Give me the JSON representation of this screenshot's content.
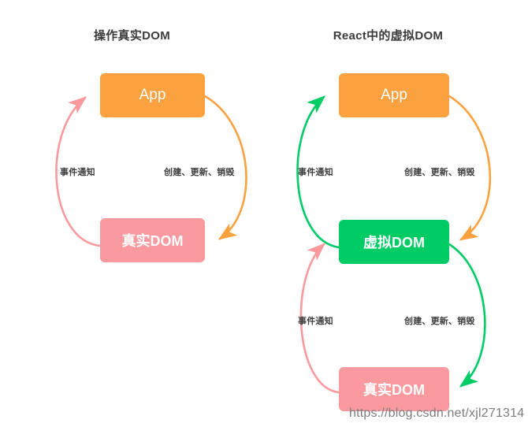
{
  "figure": {
    "watermark": "https://blog.csdn.net/xjl271314",
    "colors": {
      "app_orange": "#fca13f",
      "real_dom_pink": "#fa9a9e",
      "virtual_dom_green": "#00cc66",
      "arrow_pink": "#fa9a9e",
      "arrow_orange": "#fca13f",
      "arrow_green": "#00cc66",
      "title_text": "#3b3b3b",
      "label_text": "#3d3d3d",
      "background": "#ffffff"
    }
  },
  "left_diagram": {
    "title": "操作真实DOM",
    "nodes": {
      "app": "App",
      "real_dom": "真实DOM"
    },
    "edges": {
      "app_to_real": {
        "label": "创建、更新、销毁",
        "from": "App",
        "to": "真实DOM",
        "color": "#fca13f"
      },
      "real_to_app": {
        "label": "事件通知",
        "from": "真实DOM",
        "to": "App",
        "color": "#fa9a9e"
      }
    }
  },
  "right_diagram": {
    "title": "React中的虚拟DOM",
    "nodes": {
      "app": "App",
      "virtual_dom": "虚拟DOM",
      "real_dom": "真实DOM"
    },
    "edges": {
      "app_to_virtual": {
        "label": "创建、更新、销毁",
        "from": "App",
        "to": "虚拟DOM",
        "color": "#fca13f"
      },
      "virtual_to_app": {
        "label": "事件通知",
        "from": "虚拟DOM",
        "to": "App",
        "color": "#00cc66"
      },
      "virtual_to_real": {
        "label": "创建、更新、销毁",
        "from": "虚拟DOM",
        "to": "真实DOM",
        "color": "#00cc66"
      },
      "real_to_virtual": {
        "label": "事件通知",
        "from": "真实DOM",
        "to": "虚拟DOM",
        "color": "#fa9a9e"
      }
    }
  }
}
